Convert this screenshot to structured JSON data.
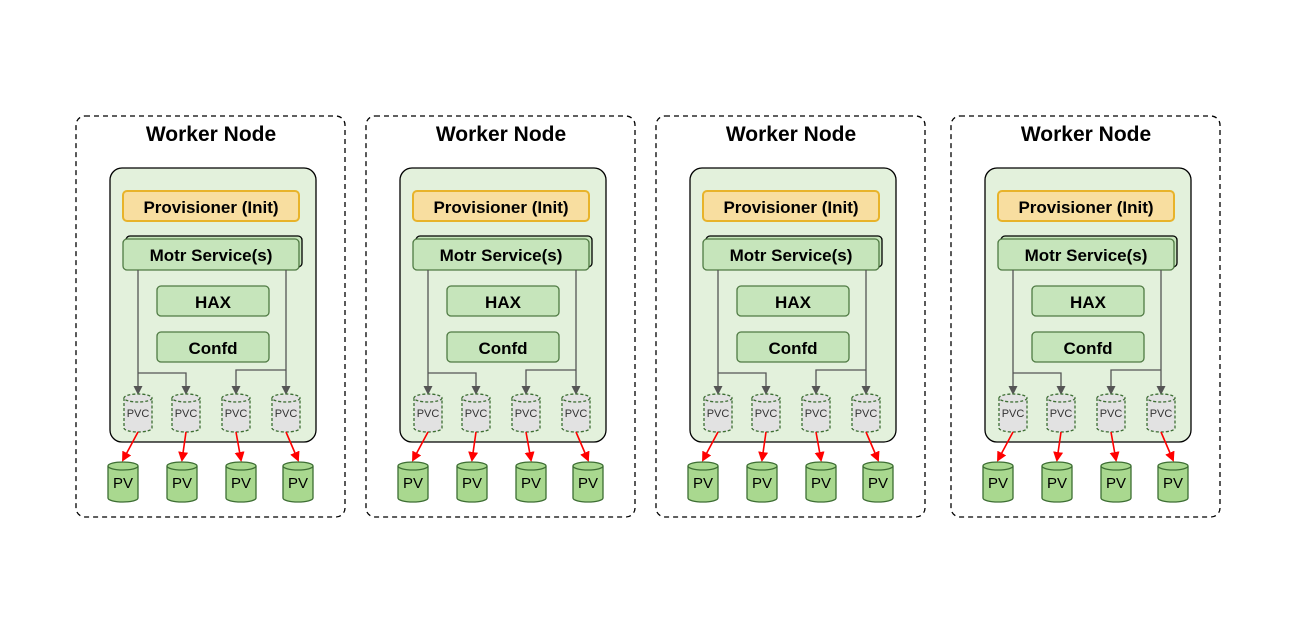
{
  "nodes": [
    {
      "title": "Worker Node",
      "provisioner": "Provisioner (Init)",
      "motr": "Motr Service(s)",
      "hax": "HAX",
      "confd": "Confd",
      "pvcs": [
        "PVC",
        "PVC",
        "PVC",
        "PVC"
      ],
      "pvs": [
        "PV",
        "PV",
        "PV",
        "PV"
      ]
    },
    {
      "title": "Worker Node",
      "provisioner": "Provisioner (Init)",
      "motr": "Motr Service(s)",
      "hax": "HAX",
      "confd": "Confd",
      "pvcs": [
        "PVC",
        "PVC",
        "PVC",
        "PVC"
      ],
      "pvs": [
        "PV",
        "PV",
        "PV",
        "PV"
      ]
    },
    {
      "title": "Worker Node",
      "provisioner": "Provisioner (Init)",
      "motr": "Motr Service(s)",
      "hax": "HAX",
      "confd": "Confd",
      "pvcs": [
        "PVC",
        "PVC",
        "PVC",
        "PVC"
      ],
      "pvs": [
        "PV",
        "PV",
        "PV",
        "PV"
      ]
    },
    {
      "title": "Worker Node",
      "provisioner": "Provisioner (Init)",
      "motr": "Motr Service(s)",
      "hax": "HAX",
      "confd": "Confd",
      "pvcs": [
        "PVC",
        "PVC",
        "PVC",
        "PVC"
      ],
      "pvs": [
        "PV",
        "PV",
        "PV",
        "PV"
      ]
    }
  ],
  "colors": {
    "pod_fill": "#e3f1dc",
    "provisioner_fill": "#f8dea0",
    "provisioner_stroke": "#e8b32a",
    "component_fill": "#c6e5bb",
    "component_stroke": "#4f7a43",
    "pvc_fill": "#e2e2e2",
    "pvc_stroke": "#3d6e33",
    "pv_fill": "#a9d88f",
    "pv_stroke": "#3d6e33",
    "arrow_red": "#ff0000",
    "arrow_gray": "#555555"
  }
}
